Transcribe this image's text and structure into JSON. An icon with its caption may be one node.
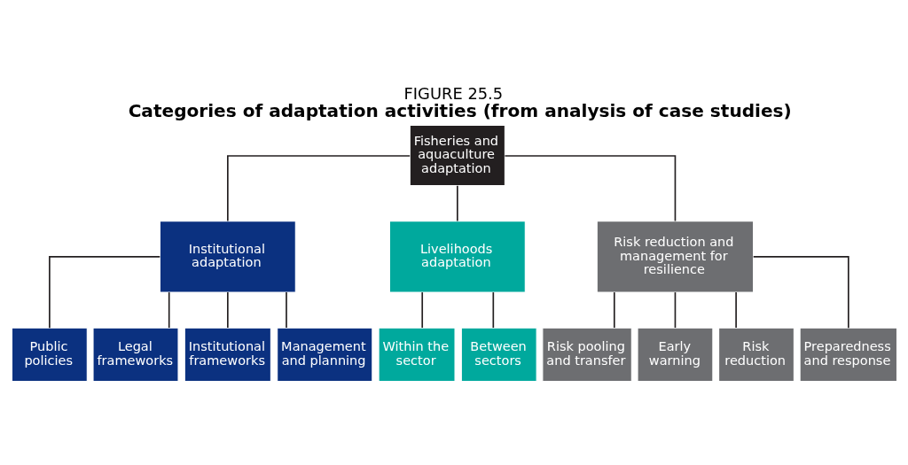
{
  "diagram": {
    "title": "Categories of adaptation activities (from analysis of case studies)",
    "caption": "FIGURE 25.5",
    "nodes": [
      {
        "text": [
          "Fisheries and aquaculture adaptation"
        ]
      },
      {
        "text": [
          "Institutional adaptation"
        ]
      },
      {
        "text": [
          "Livelihoods adaptation"
        ]
      },
      {
        "text": [
          "Risk reduction and management for resilience"
        ]
      },
      {
        "text": [
          "Public policies"
        ]
      },
      {
        "text": [
          "Legal frameworks"
        ]
      },
      {
        "text": [
          "Institutional frameworks"
        ]
      },
      {
        "text": [
          "Management and planning"
        ]
      },
      {
        "text": [
          "Within the sector"
        ]
      },
      {
        "text": [
          "Between sectors"
        ]
      },
      {
        "text": [
          "Risk pooling and transfer"
        ]
      },
      {
        "text": [
          "Early warning"
        ]
      },
      {
        "text": [
          "Risk reduction"
        ]
      },
      {
        "text": [
          "Preparedness and response"
        ]
      }
    ],
    "edges": [
      {
        "from": 0,
        "to": 1,
        "arrow": "none"
      },
      {
        "from": 0,
        "to": 2,
        "arrow": "none"
      },
      {
        "from": 0,
        "to": 3,
        "arrow": "none"
      },
      {
        "from": 1,
        "to": 4,
        "arrow": "none"
      },
      {
        "from": 1,
        "to": 5,
        "arrow": "none"
      },
      {
        "from": 1,
        "to": 6,
        "arrow": "none"
      },
      {
        "from": 1,
        "to": 7,
        "arrow": "none"
      },
      {
        "from": 2,
        "to": 8,
        "arrow": "none"
      },
      {
        "from": 2,
        "to": 9,
        "arrow": "none"
      },
      {
        "from": 3,
        "to": 10,
        "arrow": "none"
      },
      {
        "from": 3,
        "to": 11,
        "arrow": "none"
      },
      {
        "from": 3,
        "to": 12,
        "arrow": "none"
      },
      {
        "from": 3,
        "to": 13,
        "arrow": "none"
      }
    ]
  }
}
